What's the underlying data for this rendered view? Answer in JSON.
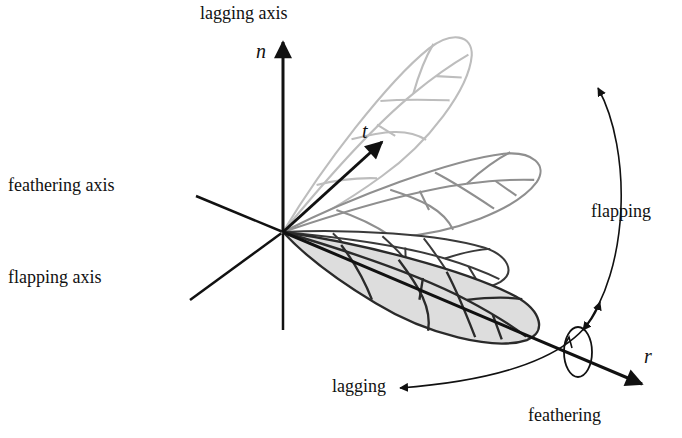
{
  "diagram": {
    "labels": [
      "lagging axis",
      "n⃗",
      "t⃗",
      "feathering axis",
      "flapping axis",
      "flapping",
      "lagging",
      "r⃗",
      "feathering"
    ]
  }
}
